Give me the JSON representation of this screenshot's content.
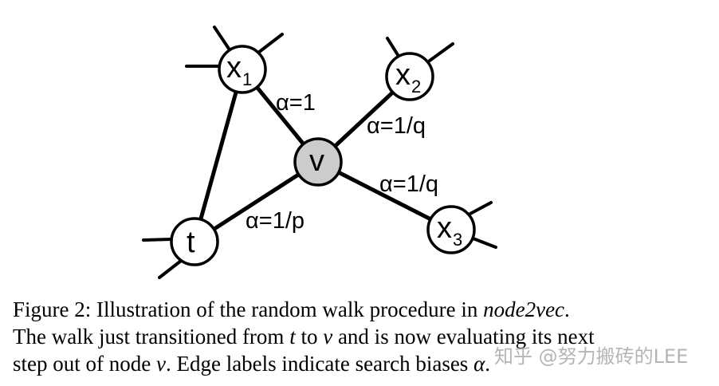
{
  "figure": {
    "nodes": {
      "x1": {
        "base": "x",
        "sub": "1",
        "fill": "#ffffff"
      },
      "x2": {
        "base": "x",
        "sub": "2",
        "fill": "#ffffff"
      },
      "x3": {
        "base": "x",
        "sub": "3",
        "fill": "#ffffff"
      },
      "v": {
        "base": "v",
        "sub": "",
        "fill": "#cccccc"
      },
      "t": {
        "base": "t",
        "sub": "",
        "fill": "#ffffff"
      }
    },
    "edge_labels": {
      "v_x1": "α=1",
      "v_x2": "α=1/q",
      "v_x3": "α=1/q",
      "v_t": "α=1/p"
    }
  },
  "caption": {
    "l1_a": "Figure 2: Illustration of the random walk procedure in ",
    "l1_it": "node2vec",
    "l1_b": ".",
    "l2_a": "The walk just transitioned from ",
    "l2_t": "t",
    "l2_b": " to ",
    "l2_v": "v",
    "l2_c": " and is now evaluating its next",
    "l3_a": "step out of node ",
    "l3_v": "v",
    "l3_b": ". Edge labels indicate search biases ",
    "l3_alpha": "α",
    "l3_c": "."
  },
  "watermark": "知乎 @努力搬砖的LEE"
}
